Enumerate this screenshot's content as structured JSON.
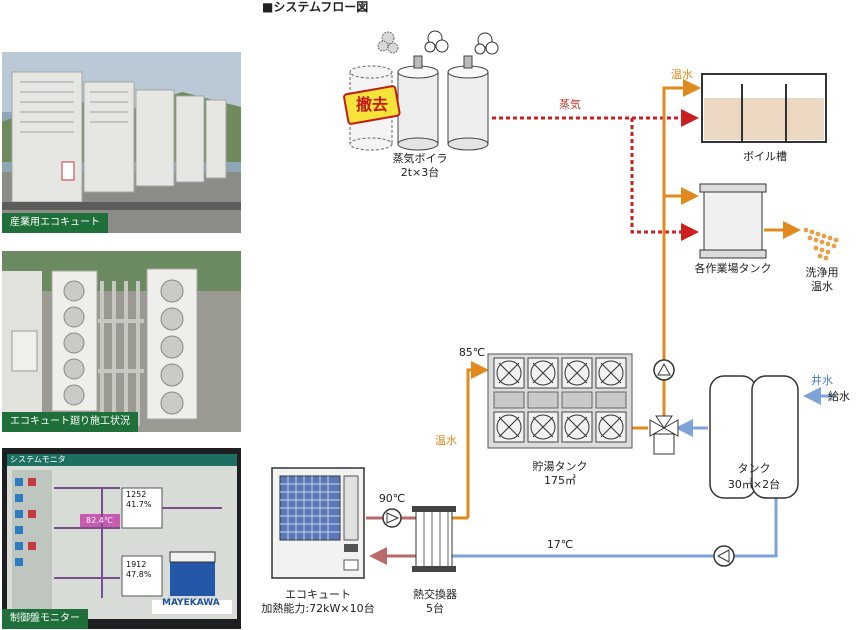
{
  "title": "■システムフロー図",
  "photos": [
    {
      "caption": "産業用エコキュート"
    },
    {
      "caption": "エコキュート廻り施工状況"
    },
    {
      "caption": "制御盤モニター"
    }
  ],
  "monitor": {
    "header": "システムモニタ",
    "brand": "MAYEKAWA",
    "readings": [
      "1252",
      "41.7%",
      "82.4℃",
      "1912",
      "47.8%"
    ]
  },
  "boiler": {
    "badge": "撤去",
    "name": "蒸気ボイラ",
    "spec": "2t×3台"
  },
  "steam_label": "蒸気",
  "hot_water_label_top": "温水",
  "boil_tank": "ボイル槽",
  "work_tank": "各作業場タンク",
  "washing": {
    "line1": "洗浄用",
    "line2": "温水"
  },
  "storage_tank": {
    "name": "貯湯タンク",
    "capacity": "175㎥"
  },
  "temp_85": "85℃",
  "hot_water_label_mid": "温水",
  "well_water": "井水",
  "supply_water": "給水",
  "tank": {
    "name": "タンク",
    "spec": "30㎥×2台"
  },
  "temp_90": "90℃",
  "temp_17": "17℃",
  "ecocute": {
    "name": "エコキュート",
    "spec": "加熱能力:72kW×10台"
  },
  "heat_exchanger": {
    "name": "熱交換器",
    "count": "5台"
  },
  "colors": {
    "hot_line": "#e08a1e",
    "cold_line": "#7ea3d8",
    "return_line": "#b96a6a",
    "steam_line": "#cc1f1f",
    "caption_bg": "#1f6f3a"
  }
}
